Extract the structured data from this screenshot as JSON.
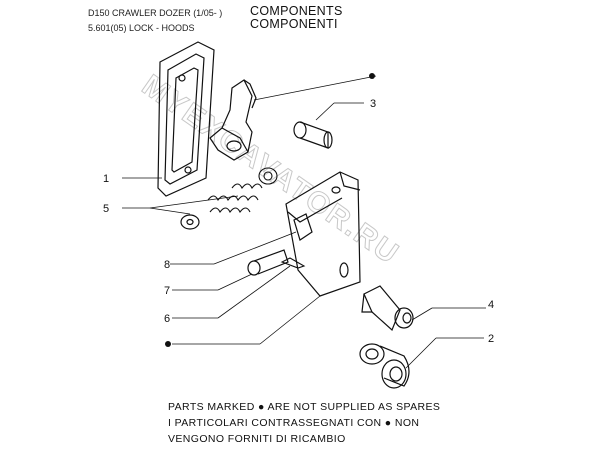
{
  "header": {
    "model": "D150 CRAWLER DOZER (1/05- )",
    "section": "5.601(05) LOCK - HOODS",
    "title_en": "COMPONENTS",
    "title_it": "COMPONENTI"
  },
  "callouts": {
    "c1": "1",
    "c2": "2",
    "c3": "3",
    "c4": "4",
    "c5": "5",
    "c6": "6",
    "c7": "7",
    "c8": "8"
  },
  "footer": {
    "line1": "PARTS MARKED ● ARE NOT SUPPLIED AS SPARES",
    "line2": "I PARTICOLARI CONTRASSEGNATI CON ● NON",
    "line3": "VENGONO FORNITI DI RICAMBIO"
  },
  "watermark": "MYEXCAVATOR.RU"
}
